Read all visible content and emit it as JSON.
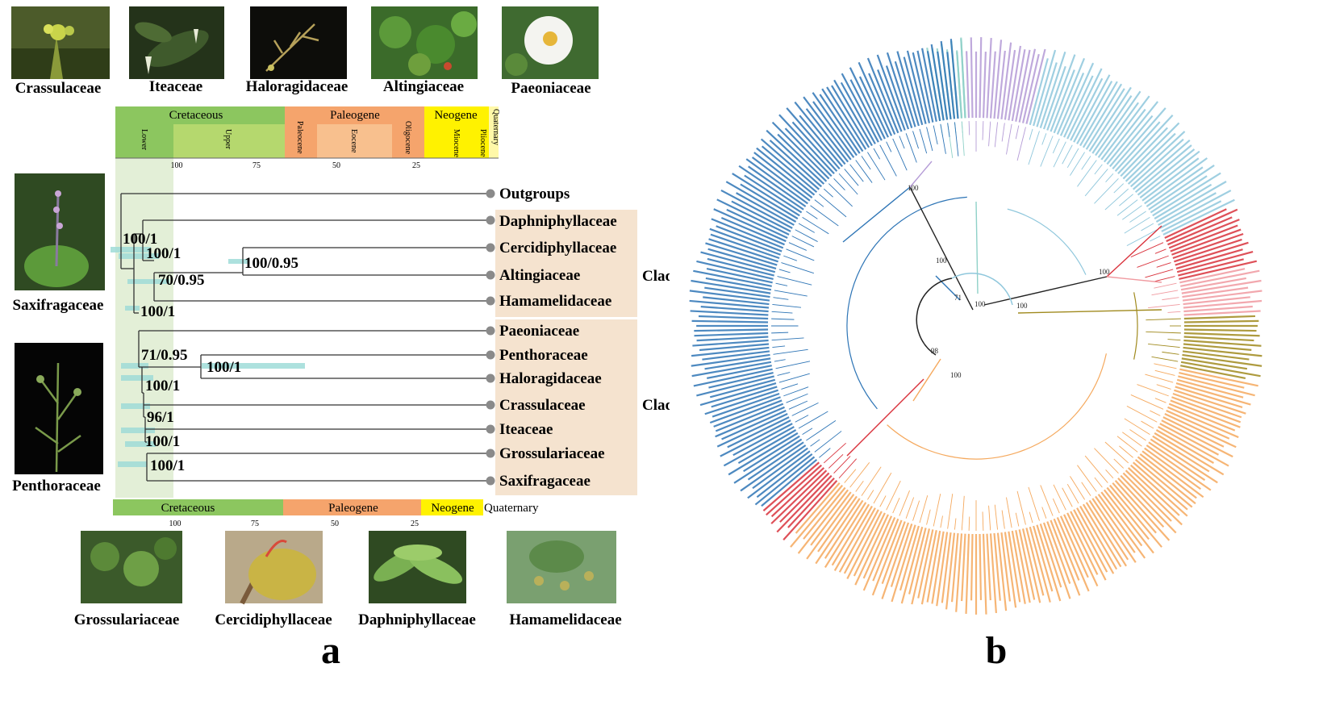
{
  "panel_a": {
    "label": "a",
    "top_photos": [
      "Crassulaceae",
      "Iteaceae",
      "Haloragidaceae",
      "Altingiaceae",
      "Paeoniaceae"
    ],
    "side_photos": [
      "Saxifragaceae",
      "Penthoraceae"
    ],
    "bottom_photos": [
      "Grossulariaceae",
      "Cercidiphyllaceae",
      "Daphniphyllaceae",
      "Hamamelidaceae"
    ],
    "timescale_top": {
      "periods": [
        "Cretaceous",
        "Paleogene",
        "Neogene",
        "Quaternary"
      ],
      "epochs": [
        "Lower",
        "Upper",
        "Paleocene",
        "Eocene",
        "Oligocene",
        "Miocene",
        "Pliocene"
      ],
      "ticks": [
        "100",
        "75",
        "50",
        "25"
      ]
    },
    "timescale_bottom": {
      "periods": [
        "Cretaceous",
        "Paleogene",
        "Neogene",
        "Quaternary"
      ],
      "ticks": [
        "100",
        "75",
        "50",
        "25"
      ]
    },
    "taxa": [
      "Outgroups",
      "Daphniphyllaceae",
      "Cercidiphyllaceae",
      "Altingiaceae",
      "Hamamelidaceae",
      "Paeoniaceae",
      "Penthoraceae",
      "Haloragidaceae",
      "Crassulaceae",
      "Iteaceae",
      "Grossulariaceae",
      "Saxifragaceae"
    ],
    "supports": [
      "100/1",
      "100/1",
      "70/0.95",
      "100/0.95",
      "100/1",
      "71/0.95",
      "100/1",
      "100/1",
      "96/1",
      "100/1",
      "100/1"
    ],
    "clades": [
      "Clade I",
      "Clade II"
    ],
    "colors": {
      "cretaceous": "#8cc65f",
      "cretaceous_upper": "#b5d86e",
      "paleogene": "#f5a46c",
      "paleogene_light": "#f8c08e",
      "neogene": "#fff200",
      "quaternary": "#fff8a8",
      "clade_box": "#f5e3cf",
      "hpd_bar": "#9fdcd8",
      "green_band": "#e3efd7"
    }
  },
  "panel_b": {
    "label": "b",
    "branch_supports": [
      "100",
      "100",
      "100",
      "100",
      "100",
      "98",
      "71",
      "100"
    ],
    "colors": {
      "blue": "#2e75b6",
      "lightblue": "#8fc7dc",
      "teal": "#8fd1c8",
      "lavender": "#b49bd6",
      "red": "#d9323c",
      "pink": "#f09aa0",
      "olive": "#a08a1e",
      "orange": "#f5a95e",
      "black": "#222222"
    }
  }
}
